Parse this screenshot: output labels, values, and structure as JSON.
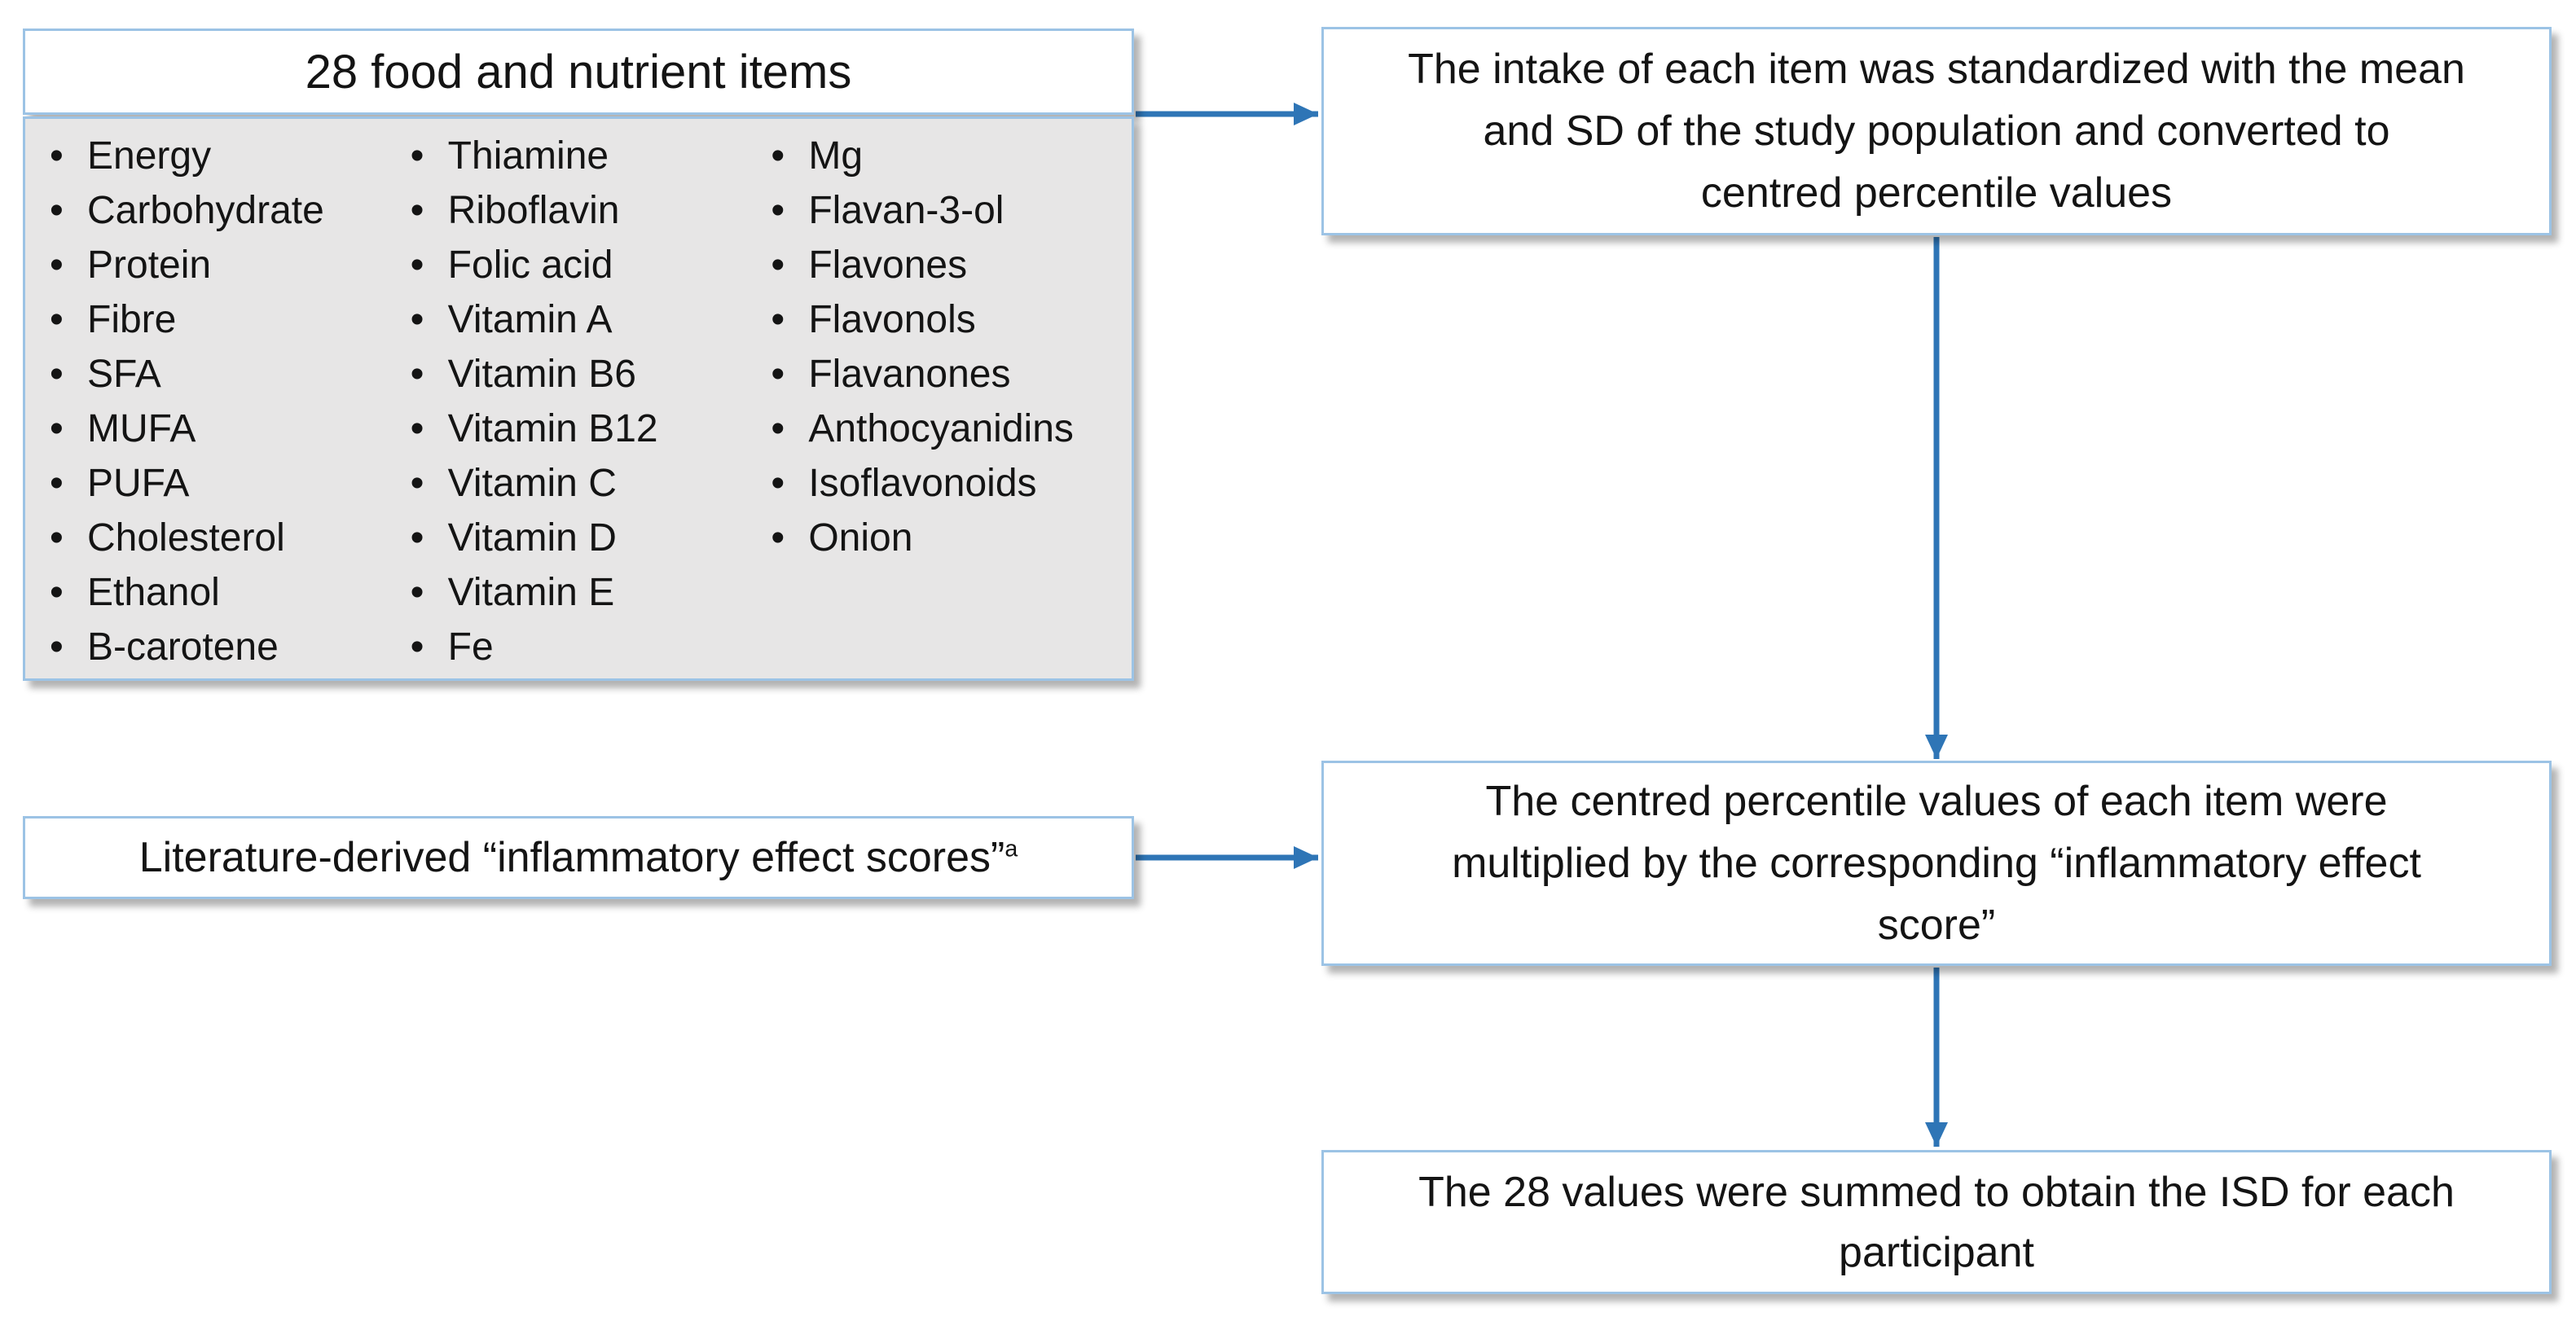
{
  "figure": {
    "items_box": {
      "title": "28 food and nutrient items",
      "columns": [
        [
          "Energy",
          "Carbohydrate",
          "Protein",
          "Fibre",
          "SFA",
          "MUFA",
          "PUFA",
          "Cholesterol",
          "Ethanol",
          "B-carotene"
        ],
        [
          "Thiamine",
          "Riboflavin",
          "Folic acid",
          "Vitamin A",
          "Vitamin B6",
          "Vitamin B12",
          "Vitamin C",
          "Vitamin D",
          "Vitamin E",
          "Fe"
        ],
        [
          "Mg",
          "Flavan-3-ol",
          "Flavones",
          "Flavonols",
          "Flavanones",
          "Anthocyanidins",
          "Isoflavonoids",
          "Onion"
        ]
      ]
    },
    "standardize_box": {
      "text": "The intake of each item was standardized with the mean\nand SD of the study population and converted to\ncentred percentile values"
    },
    "literature_box": {
      "text": "Literature-derived “inflammatory effect scores”",
      "footnote_marker": "a"
    },
    "multiply_box": {
      "text": "The centred percentile values of each item were\nmultiplied by the corresponding “inflammatory effect\nscore”"
    },
    "sum_box": {
      "text": "The 28 values were summed to obtain the ISD for each\nparticipant"
    },
    "colors": {
      "box_border": "#9CC3E5",
      "arrow": "#2E75B6",
      "items_bg": "#E7E6E6",
      "text": "#141414"
    }
  }
}
